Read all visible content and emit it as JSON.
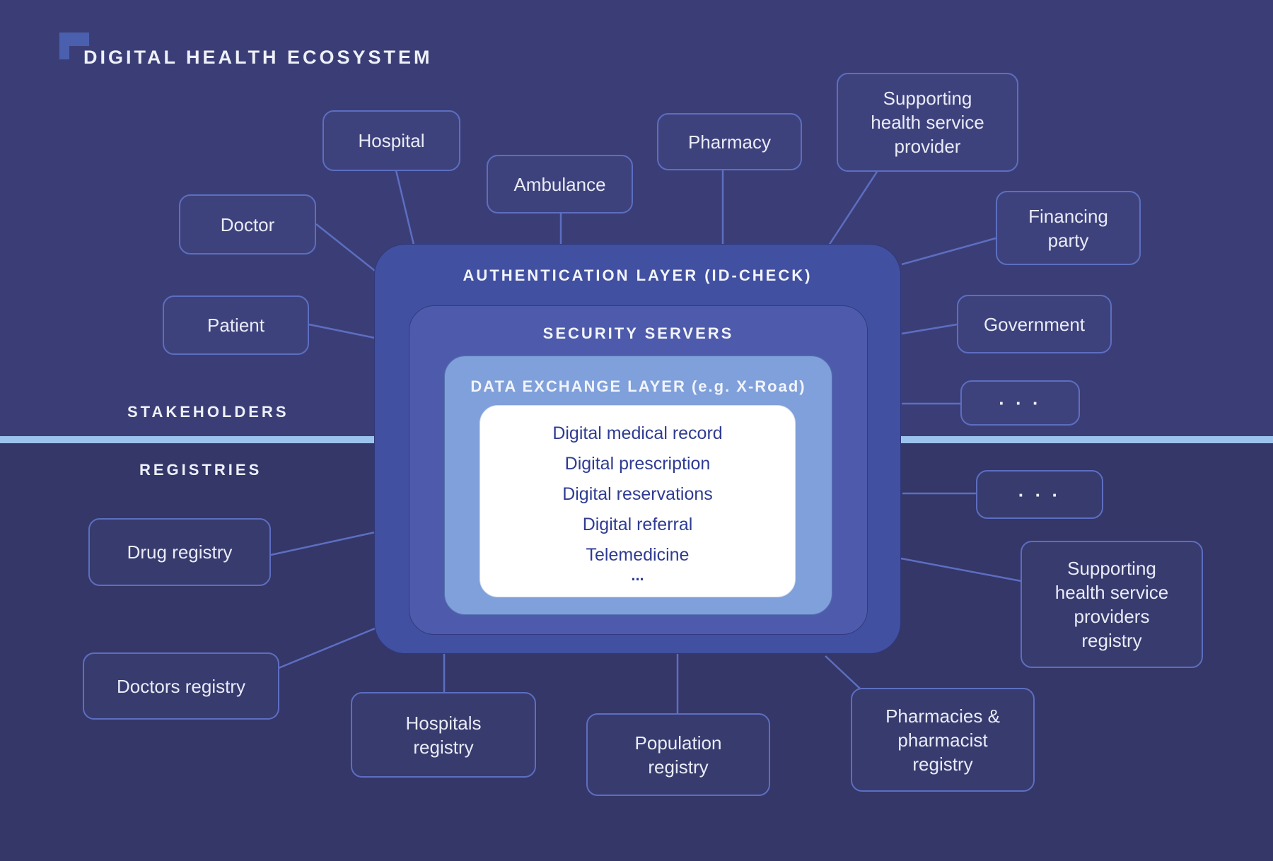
{
  "title": "DIGITAL HEALTH ECOSYSTEM",
  "sections": {
    "stakeholders": "STAKEHOLDERS",
    "registries": "REGISTRIES"
  },
  "center": {
    "authentication_label": "AUTHENTICATION LAYER (ID-CHECK)",
    "security_label": "SECURITY SERVERS",
    "exchange_label": "DATA EXCHANGE LAYER (e.g. X-Road)",
    "services": {
      "medical_record": "Digital medical record",
      "prescription": "Digital prescription",
      "reservations": "Digital reservations",
      "referral": "Digital referral",
      "telemedicine": "Telemedicine",
      "more": "..."
    }
  },
  "stakeholders": {
    "hospital": "Hospital",
    "ambulance": "Ambulance",
    "pharmacy": "Pharmacy",
    "supporting_provider": "Supporting\nhealth service\nprovider",
    "financing_party": "Financing\nparty",
    "government": "Government",
    "doctor": "Doctor",
    "patient": "Patient",
    "more": "· · ·"
  },
  "registries": {
    "drug": "Drug registry",
    "doctors": "Doctors registry",
    "hospitals": "Hospitals\nregistry",
    "population": "Population\nregistry",
    "pharmacies": "Pharmacies &\npharmacist\nregistry",
    "supporting_providers": "Supporting\nhealth service\nproviders\nregistry",
    "more": "· · ·"
  },
  "colors": {
    "background_top": "#3b3e76",
    "background_bottom": "#343768",
    "divider": "#9cc3ee",
    "node_border": "#5d6ec1",
    "node_text": "#e9ebf7",
    "auth_band": "#4150a0",
    "security_band": "#4e5bac",
    "exchange_band": "#7fa0da",
    "inner_panel": "#ffffff",
    "inner_text": "#2f3c92",
    "connector": "#5d6ec1",
    "title_icon": "#4a60ae"
  }
}
